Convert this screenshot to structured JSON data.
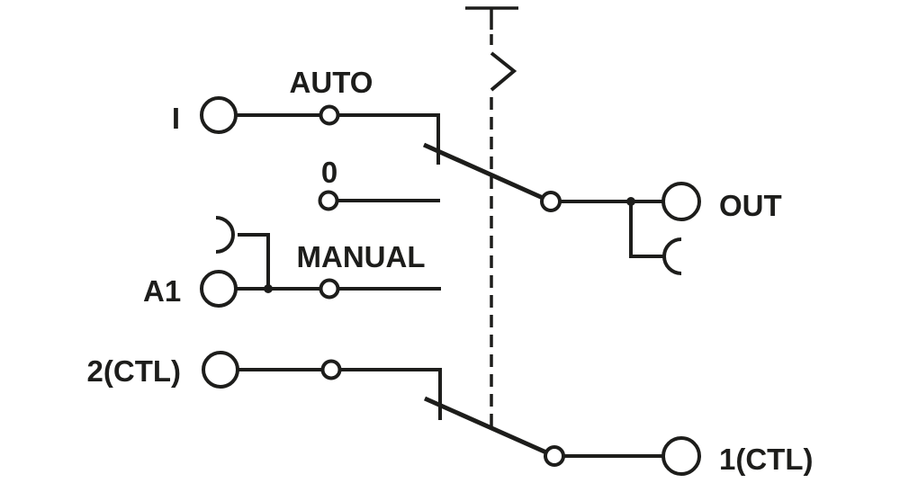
{
  "diagram": {
    "labels": {
      "i": "I",
      "auto": "AUTO",
      "zero": "0",
      "manual": "MANUAL",
      "a1": "A1",
      "ctl2": "2(CTL)",
      "out": "OUT",
      "ctl1": "1(CTL)"
    },
    "colors": {
      "stroke": "#1d1d1b",
      "background": "#ffffff"
    }
  }
}
